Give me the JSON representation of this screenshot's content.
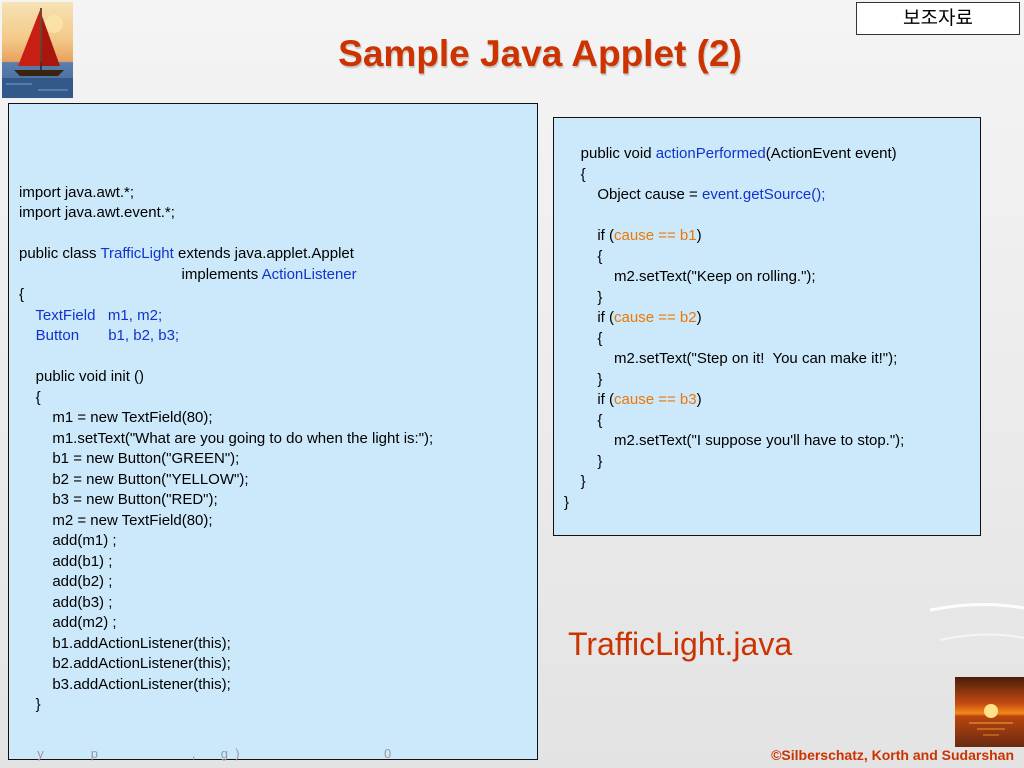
{
  "header": {
    "title": "Sample Java Applet (2)",
    "tag": "보조자료"
  },
  "left_code": [
    [
      {
        "t": ""
      }
    ],
    [
      {
        "t": "import java.awt.*;"
      }
    ],
    [
      {
        "t": "import java.awt.event.*;"
      }
    ],
    [
      {
        "t": ""
      }
    ],
    [
      {
        "t": "public class "
      },
      {
        "t": "TrafficLight",
        "c": "blue"
      },
      {
        "t": " extends java.applet.Applet"
      }
    ],
    [
      {
        "t": "                                       implements "
      },
      {
        "t": "ActionListener",
        "c": "blue"
      }
    ],
    [
      {
        "t": "{"
      }
    ],
    [
      {
        "t": "    "
      },
      {
        "t": "TextField   m1, m2;",
        "c": "blue"
      }
    ],
    [
      {
        "t": "    "
      },
      {
        "t": "Button       b1, b2, b3;",
        "c": "blue"
      }
    ],
    [
      {
        "t": ""
      }
    ],
    [
      {
        "t": "    public void init ()"
      }
    ],
    [
      {
        "t": "    {"
      }
    ],
    [
      {
        "t": "        m1 = new TextField(80);"
      }
    ],
    [
      {
        "t": "        m1.setText(\"What are you going to do when the light is:\");"
      }
    ],
    [
      {
        "t": "        b1 = new Button(\"GREEN\");"
      }
    ],
    [
      {
        "t": "        b2 = new Button(\"YELLOW\");"
      }
    ],
    [
      {
        "t": "        b3 = new Button(\"RED\");"
      }
    ],
    [
      {
        "t": "        m2 = new TextField(80);"
      }
    ],
    [
      {
        "t": "        add(m1) ;"
      }
    ],
    [
      {
        "t": "        add(b1) ;"
      }
    ],
    [
      {
        "t": "        add(b2) ;"
      }
    ],
    [
      {
        "t": "        add(b3) ;"
      }
    ],
    [
      {
        "t": "        add(m2) ;"
      }
    ],
    [
      {
        "t": "        b1.addActionListener(this);"
      }
    ],
    [
      {
        "t": "        b2.addActionListener(this);"
      }
    ],
    [
      {
        "t": "        b3.addActionListener(this);"
      }
    ],
    [
      {
        "t": "    }"
      }
    ]
  ],
  "right_code": [
    [
      {
        "t": "    public void "
      },
      {
        "t": "actionPerformed",
        "c": "blue"
      },
      {
        "t": "(ActionEvent event)"
      }
    ],
    [
      {
        "t": "    {"
      }
    ],
    [
      {
        "t": "        Object cause = "
      },
      {
        "t": "event.getSource();",
        "c": "blue"
      }
    ],
    [
      {
        "t": ""
      }
    ],
    [
      {
        "t": "        if ("
      },
      {
        "t": "cause == b1",
        "c": "orange"
      },
      {
        "t": ")"
      }
    ],
    [
      {
        "t": "        {"
      }
    ],
    [
      {
        "t": "            m2.setText(\"Keep on rolling.\");"
      }
    ],
    [
      {
        "t": "        }"
      }
    ],
    [
      {
        "t": "        if ("
      },
      {
        "t": "cause == b2",
        "c": "orange"
      },
      {
        "t": ")"
      }
    ],
    [
      {
        "t": "        {"
      }
    ],
    [
      {
        "t": "            m2.setText(\"Step on it!  You can make it!\");"
      }
    ],
    [
      {
        "t": "        }"
      }
    ],
    [
      {
        "t": "        if ("
      },
      {
        "t": "cause == b3",
        "c": "orange"
      },
      {
        "t": ")"
      }
    ],
    [
      {
        "t": "        {"
      }
    ],
    [
      {
        "t": "            m2.setText(\"I suppose you'll have to stop.\");"
      }
    ],
    [
      {
        "t": "        }"
      }
    ],
    [
      {
        "t": "    }"
      }
    ],
    [
      {
        "t": "}"
      }
    ]
  ],
  "filename": "TrafficLight.java",
  "footer": {
    "left": "       y             p                          ,       g  )                                        0",
    "right": "©Silberschatz, Korth and Sudarshan"
  },
  "icons": {
    "logo": "sailboat-logo-icon",
    "corner": "sunset-image-icon"
  }
}
